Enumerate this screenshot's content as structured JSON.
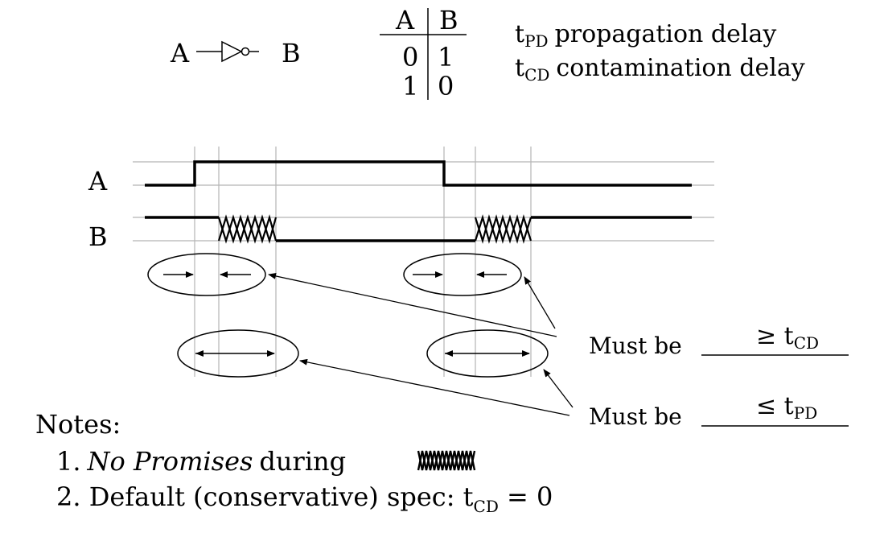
{
  "gate": {
    "in_label": "A",
    "out_label": "B"
  },
  "truth_table": {
    "headers": [
      "A",
      "B"
    ],
    "rows": [
      [
        "0",
        "1"
      ],
      [
        "1",
        "0"
      ]
    ]
  },
  "definitions": [
    {
      "sym": "t",
      "sub": "PD",
      "text": "propagation delay"
    },
    {
      "sym": "t",
      "sub": "CD",
      "text": "contamination delay"
    }
  ],
  "timing": {
    "signal_a": "A",
    "signal_b": "B"
  },
  "callouts": [
    {
      "prefix": "Must be",
      "rel": "≥ t",
      "sub": "CD"
    },
    {
      "prefix": "Must be",
      "rel": "≤ t",
      "sub": "PD"
    }
  ],
  "notes": {
    "title": "Notes:",
    "n1_num": "1.",
    "n1_italic": "No Promises",
    "n1_text": "during",
    "n2": "2. Default (conservative) spec: t",
    "n2_sub": "CD",
    "n2_tail": " = 0"
  }
}
